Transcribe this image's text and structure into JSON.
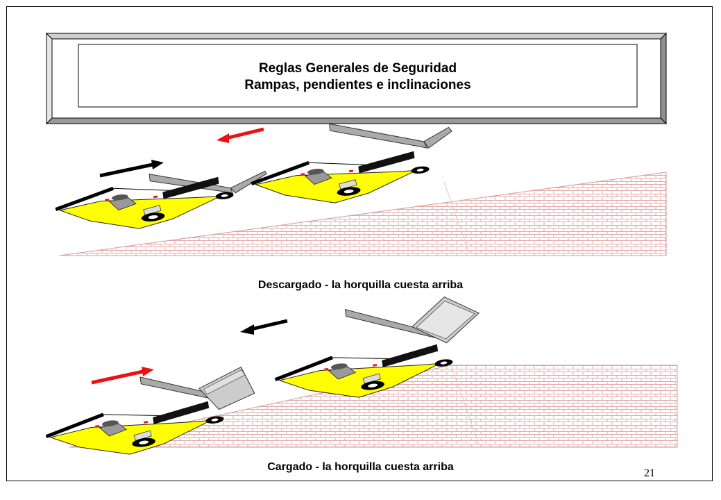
{
  "title": {
    "line1": "Reglas Generales de Seguridad",
    "line2": "Rampas, pendientes e inclinaciones"
  },
  "captions": {
    "unloaded": "Descargado - la horquilla cuesta arriba",
    "loaded": "Cargado - la horquilla cuesta arriba"
  },
  "page_number": "21",
  "colors": {
    "forklift_body": "#ffff00",
    "arrow_red": "#ee1111",
    "arrow_black": "#000000",
    "brick_line": "#e8b0b0",
    "fork_gray": "#aaaaaa",
    "load_gray": "#cccccc"
  }
}
